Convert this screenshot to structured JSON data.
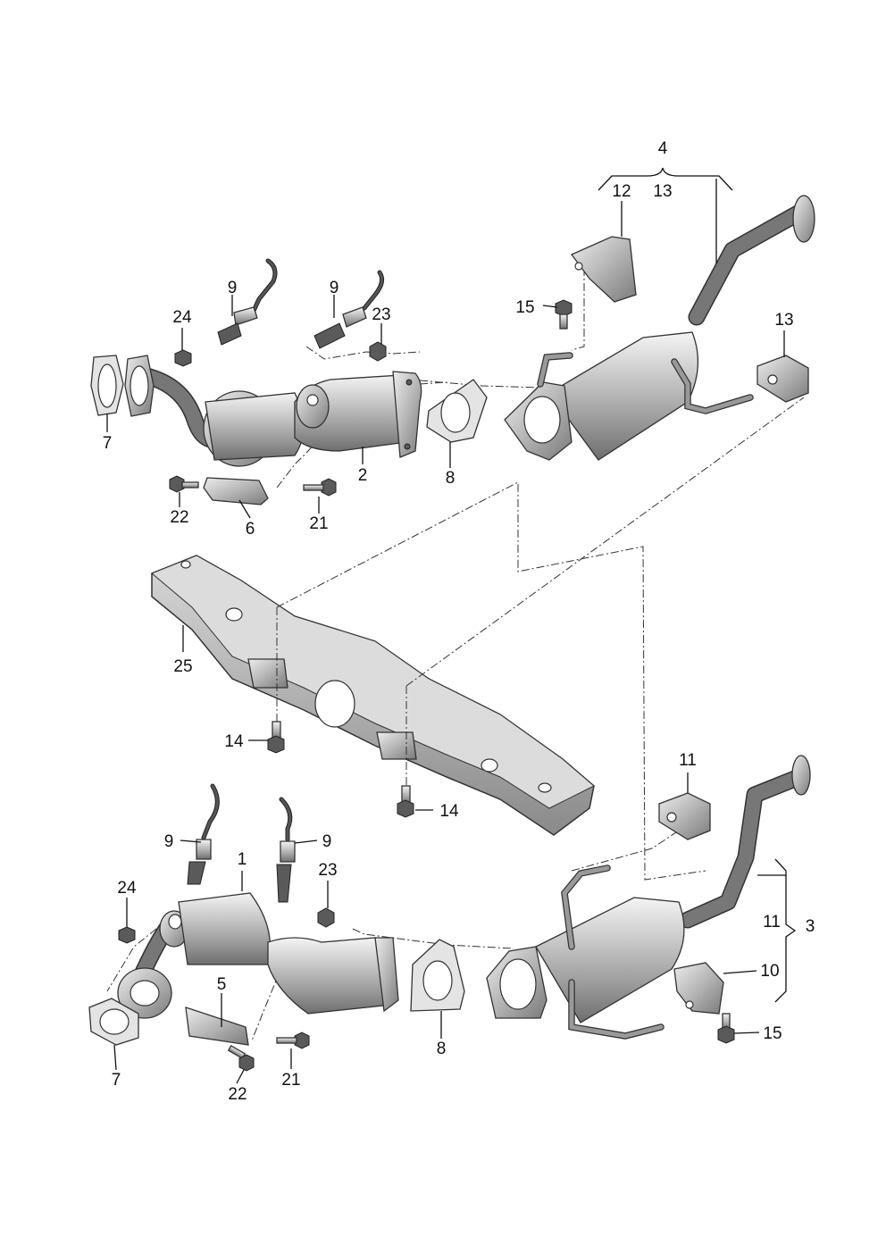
{
  "diagram": {
    "callouts": {
      "c1": "1",
      "c2": "2",
      "c3": "3",
      "c4": "4",
      "c5": "5",
      "c6": "6",
      "c7_top": "7",
      "c7_bottom": "7",
      "c8_top": "8",
      "c8_bottom": "8",
      "c9_top_left": "9",
      "c9_top_right": "9",
      "c9_bottom_left": "9",
      "c9_bottom_right": "9",
      "c10": "10",
      "c11_bracket": "11",
      "c11_mount": "11",
      "c12": "12",
      "c13_bracket": "13",
      "c13_mount": "13",
      "c14_left": "14",
      "c14_right": "14",
      "c15_top": "15",
      "c15_bottom": "15",
      "c21_top": "21",
      "c21_bottom": "21",
      "c22_top": "22",
      "c22_bottom": "22",
      "c23_top": "23",
      "c23_bottom": "23",
      "c24_top": "24",
      "c24_bottom": "24",
      "c25": "25"
    }
  }
}
